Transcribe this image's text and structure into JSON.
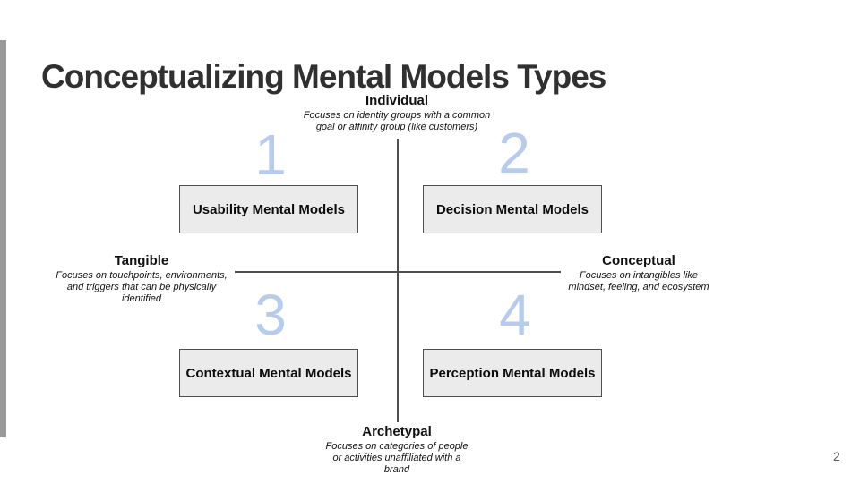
{
  "slide": {
    "title": "Conceptualizing Mental Models Types",
    "page_number": "2"
  },
  "diagram": {
    "axes": {
      "top": {
        "label": "Individual",
        "description": "Focuses on identity groups with a common\ngoal or affinity group (like customers)"
      },
      "left": {
        "label": "Tangible",
        "description": "Focuses on touchpoints, environments,\nand triggers that can be physically\nidentified"
      },
      "right": {
        "label": "Conceptual",
        "description": "Focuses on intangibles like\nmindset, feeling, and ecosystem"
      },
      "bottom": {
        "label": "Archetypal",
        "description": "Focuses on categories of people\nor activities unaffiliated with a\nbrand"
      }
    },
    "quadrants": {
      "q1": {
        "number": "1",
        "label": "Usability Mental Models"
      },
      "q2": {
        "number": "2",
        "label": "Decision Mental Models"
      },
      "q3": {
        "number": "3",
        "label": "Contextual Mental Models"
      },
      "q4": {
        "number": "4",
        "label": "Perception Mental Models"
      }
    },
    "colors": {
      "quadrant_number": "#b7cbed",
      "box_fill": "#ebebeb",
      "box_border": "#4f4f4f",
      "axis_line": "#4f4f4f",
      "accent_bar": "#9a9a9a"
    }
  }
}
